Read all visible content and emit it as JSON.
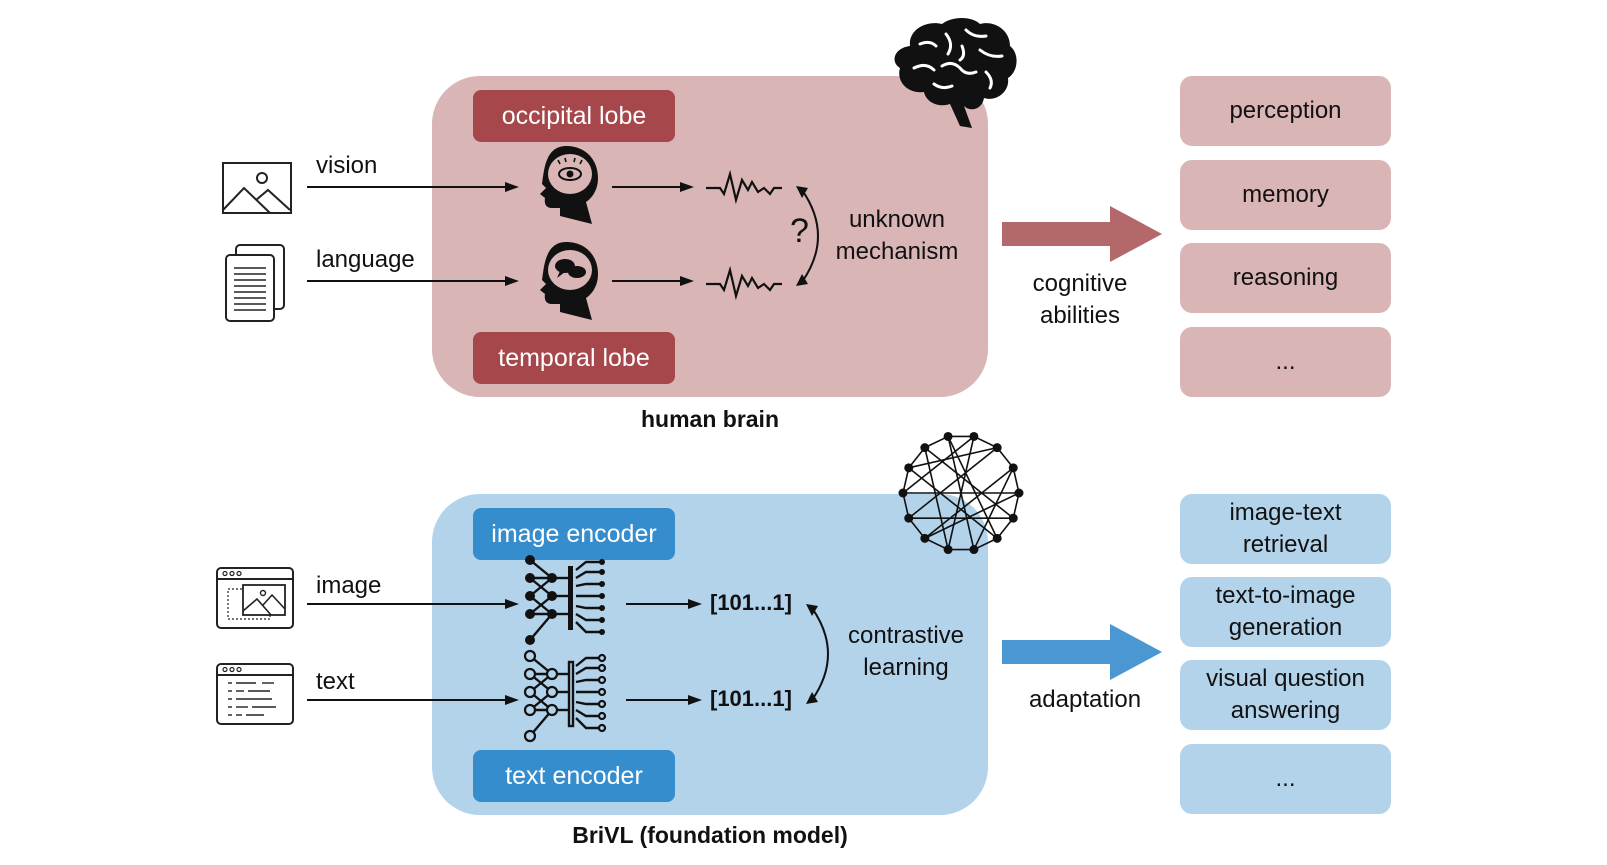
{
  "top": {
    "caption": "human brain",
    "inputs": [
      {
        "label": "vision",
        "icon": "image-icon"
      },
      {
        "label": "language",
        "icon": "document-icon"
      }
    ],
    "regions": {
      "top": "occipital lobe",
      "bottom": "temporal lobe"
    },
    "mechanism": {
      "symbol": "?",
      "line1": "unknown",
      "line2": "mechanism"
    },
    "arrow_label": {
      "line1": "cognitive",
      "line2": "abilities"
    },
    "outputs": [
      "perception",
      "memory",
      "reasoning",
      "..."
    ],
    "colors": {
      "panel": "#d9b5b5",
      "tag": "#a5474b",
      "arrow": "#b3686a"
    }
  },
  "bottom": {
    "caption": "BriVL (foundation model)",
    "inputs": [
      {
        "label": "image",
        "icon": "browser-image-icon"
      },
      {
        "label": "text",
        "icon": "browser-text-icon"
      }
    ],
    "encoders": {
      "top": "image encoder",
      "bottom": "text encoder"
    },
    "vectors": [
      "[101...1]",
      "[101...1]"
    ],
    "mechanism": {
      "line1": "contrastive",
      "line2": "learning"
    },
    "arrow_label": "adaptation",
    "outputs": [
      {
        "line1": "image-text",
        "line2": "retrieval"
      },
      {
        "line1": "text-to-image",
        "line2": "generation"
      },
      {
        "line1": "visual question",
        "line2": "answering"
      },
      {
        "line1": "...",
        "line2": ""
      }
    ],
    "colors": {
      "panel": "#b3d3eb",
      "tag": "#368dce",
      "arrow": "#4b97d1"
    }
  }
}
